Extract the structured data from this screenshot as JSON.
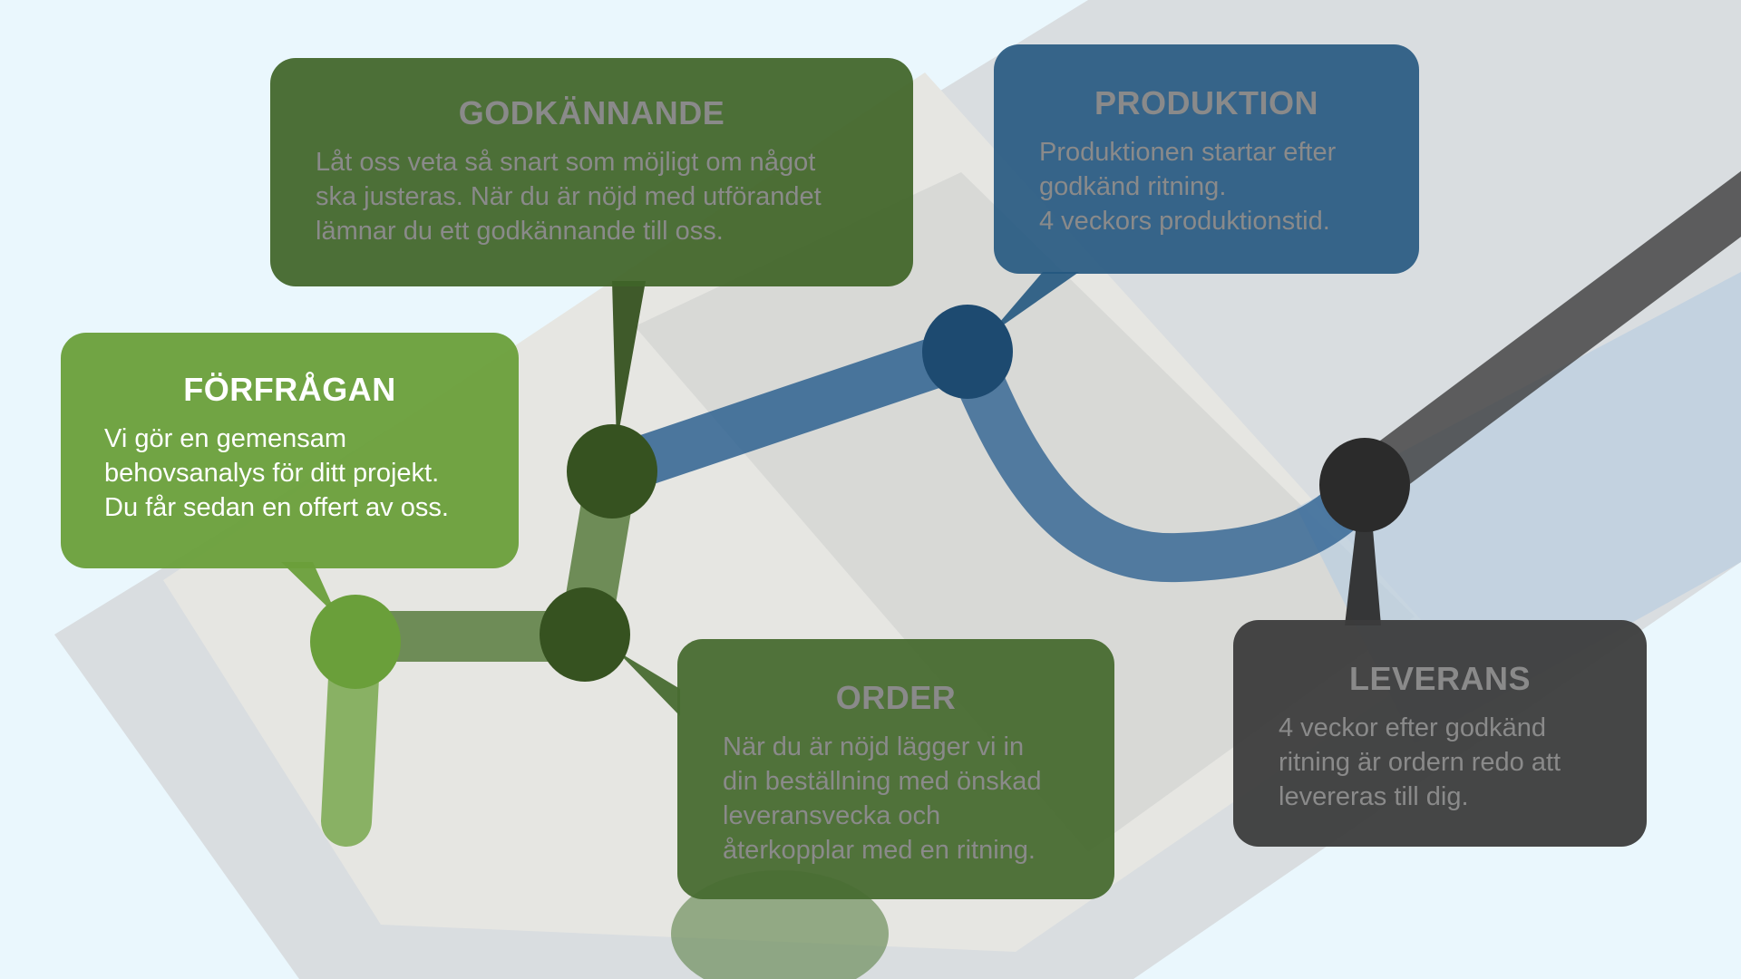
{
  "steps": {
    "forfragan": {
      "title": "FÖRFRÅGAN",
      "lines": [
        "Vi gör en gemensam",
        "behovsanalys för ditt projekt.",
        "Du får sedan en offert av oss."
      ]
    },
    "godkannande": {
      "title": "GODKÄNNANDE",
      "lines": [
        "Låt oss veta så snart som möjligt om något",
        "ska justeras. När du är nöjd med utförandet",
        "lämnar du ett godkännande till oss."
      ]
    },
    "produktion": {
      "title": "PRODUKTION",
      "lines": [
        "Produktionen startar efter",
        "godkänd ritning.",
        "4 veckors produktionstid."
      ]
    },
    "order": {
      "title": "ORDER",
      "lines": [
        "När du är nöjd lägger vi in",
        "din beställning med önskad",
        "leveransvecka och",
        "återkopplar med en ritning."
      ]
    },
    "leverans": {
      "title": "LEVERANS",
      "lines": [
        "4 veckor efter godkänd",
        "ritning är ordern redo att",
        "levereras till dig."
      ]
    }
  },
  "colors": {
    "light_green": "#6a9f3a",
    "dark_green": "#365220",
    "blue": "#1d4a70",
    "gray": "#2b2b2b",
    "background": "#eaf7fd"
  }
}
